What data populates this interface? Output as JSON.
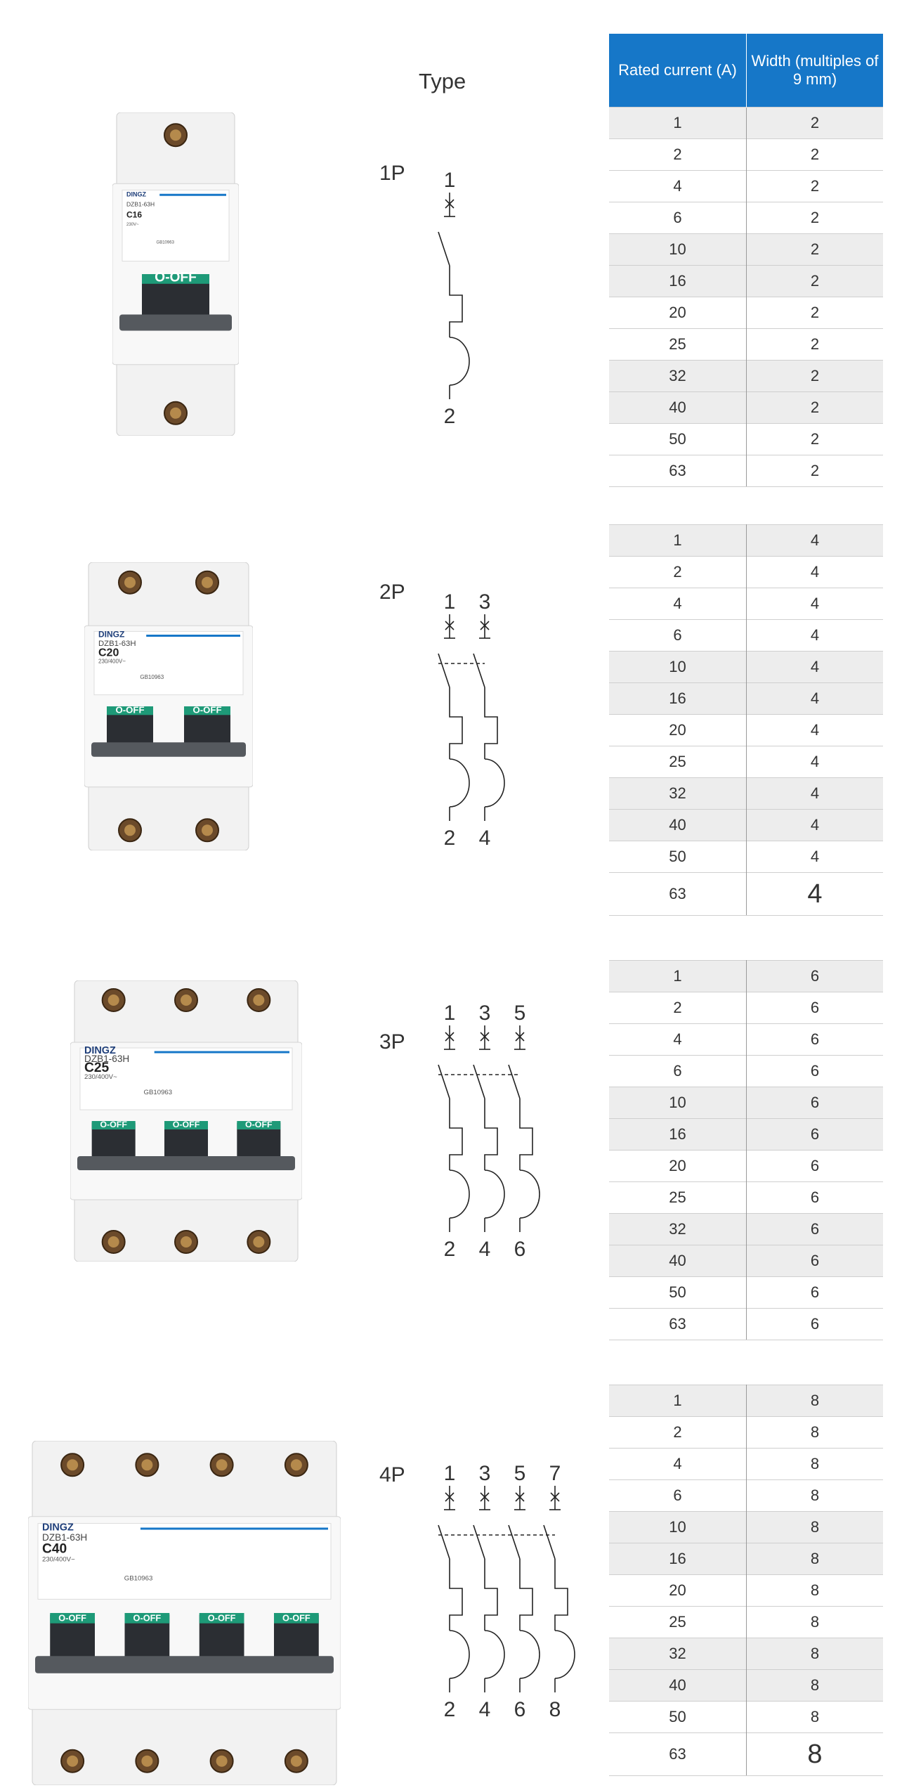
{
  "heading": "Type",
  "table_header": {
    "rated_current": "Rated current (A)",
    "width": "Width (multiples of 9 mm)"
  },
  "sections": [
    {
      "pole": "1P",
      "terminals_top": [
        "1"
      ],
      "terminals_bottom": [
        "2"
      ],
      "product": {
        "brand": "DINGZ",
        "model": "DZB1-63H",
        "rating": "C16",
        "voltage": "230V~",
        "cert": "GB10963",
        "switch": "O-OFF"
      },
      "rows": [
        [
          "1",
          "2"
        ],
        [
          "2",
          "2"
        ],
        [
          "4",
          "2"
        ],
        [
          "6",
          "2"
        ],
        [
          "10",
          "2"
        ],
        [
          "16",
          "2"
        ],
        [
          "20",
          "2"
        ],
        [
          "25",
          "2"
        ],
        [
          "32",
          "2"
        ],
        [
          "40",
          "2"
        ],
        [
          "50",
          "2"
        ],
        [
          "63",
          "2"
        ]
      ]
    },
    {
      "pole": "2P",
      "terminals_top": [
        "1",
        "3"
      ],
      "terminals_bottom": [
        "2",
        "4"
      ],
      "product": {
        "brand": "DINGZ",
        "model": "DZB1-63H",
        "rating": "C20",
        "voltage": "230/400V~",
        "cert": "GB10963",
        "switch": "O-OFF"
      },
      "rows": [
        [
          "1",
          "4"
        ],
        [
          "2",
          "4"
        ],
        [
          "4",
          "4"
        ],
        [
          "6",
          "4"
        ],
        [
          "10",
          "4"
        ],
        [
          "16",
          "4"
        ],
        [
          "20",
          "4"
        ],
        [
          "25",
          "4"
        ],
        [
          "32",
          "4"
        ],
        [
          "40",
          "4"
        ],
        [
          "50",
          "4"
        ],
        [
          "63",
          "4"
        ]
      ]
    },
    {
      "pole": "3P",
      "terminals_top": [
        "1",
        "3",
        "5"
      ],
      "terminals_bottom": [
        "2",
        "4",
        "6"
      ],
      "product": {
        "brand": "DINGZ",
        "model": "DZB1-63H",
        "rating": "C25",
        "voltage": "230/400V~",
        "cert": "GB10963",
        "switch": "O-OFF"
      },
      "rows": [
        [
          "1",
          "6"
        ],
        [
          "2",
          "6"
        ],
        [
          "4",
          "6"
        ],
        [
          "6",
          "6"
        ],
        [
          "10",
          "6"
        ],
        [
          "16",
          "6"
        ],
        [
          "20",
          "6"
        ],
        [
          "25",
          "6"
        ],
        [
          "32",
          "6"
        ],
        [
          "40",
          "6"
        ],
        [
          "50",
          "6"
        ],
        [
          "63",
          "6"
        ]
      ]
    },
    {
      "pole": "4P",
      "terminals_top": [
        "1",
        "3",
        "5",
        "7"
      ],
      "terminals_bottom": [
        "2",
        "4",
        "6",
        "8"
      ],
      "product": {
        "brand": "DINGZ",
        "model": "DZB1-63H",
        "rating": "C40",
        "voltage": "230/400V~",
        "cert": "GB10963",
        "switch": "O-OFF"
      },
      "rows": [
        [
          "1",
          "8"
        ],
        [
          "2",
          "8"
        ],
        [
          "4",
          "8"
        ],
        [
          "6",
          "8"
        ],
        [
          "10",
          "8"
        ],
        [
          "16",
          "8"
        ],
        [
          "20",
          "8"
        ],
        [
          "25",
          "8"
        ],
        [
          "32",
          "8"
        ],
        [
          "40",
          "8"
        ],
        [
          "50",
          "8"
        ],
        [
          "63",
          "8"
        ]
      ]
    }
  ],
  "colors": {
    "header_blue": "#1677c8",
    "stripe": "#ededed",
    "switch_green": "#1e9a78",
    "handle_gray": "#55595e"
  }
}
